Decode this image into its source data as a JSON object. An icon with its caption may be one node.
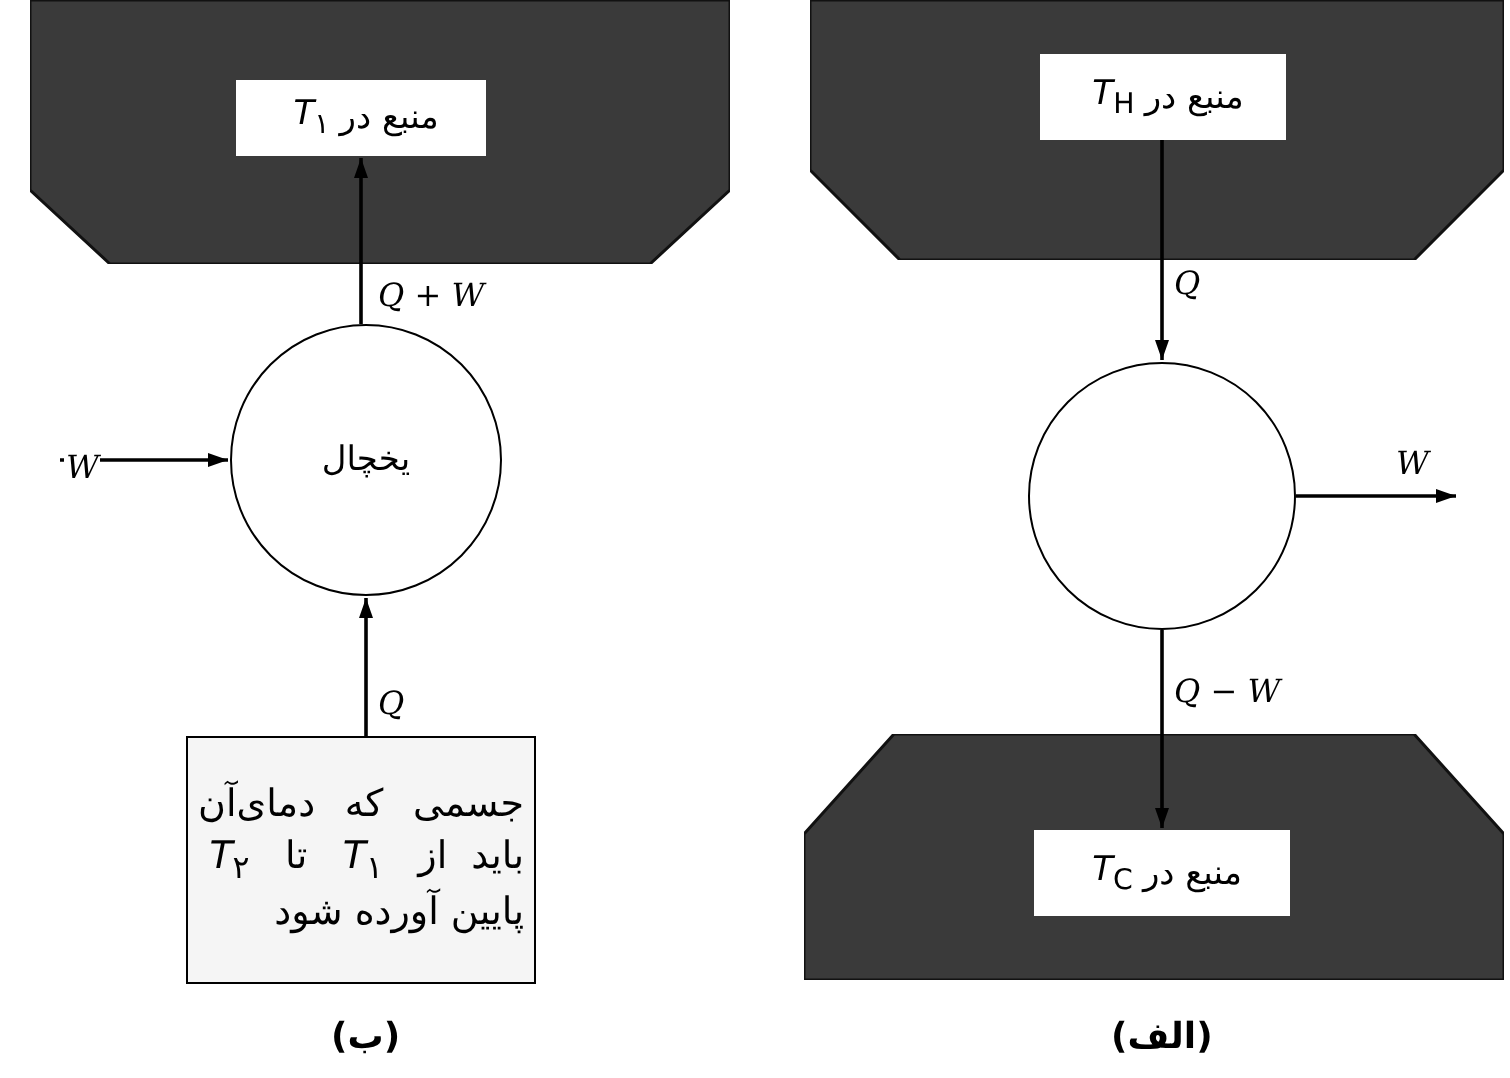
{
  "diagram": {
    "nodes": [
      {
        "text": [],
        "shape": "box"
      },
      {
        "text": [
          "منبع در *T*$_{۱}$"
        ],
        "in": 0
      },
      {
        "text": [
          "یخچال"
        ]
      },
      {
        "text": [
          "جسمی که دمای‌آن باید از *T*$_{۱}$ تا *T*$_{۲}$ پایین آورده شود"
        ]
      },
      {
        "text": [],
        "shape": "box"
      },
      {
        "text": [
          "منبع در *T*$_{H}$"
        ],
        "in": 4
      },
      {
        "text": [],
        "shape": "circle"
      },
      {
        "text": [],
        "shape": "box"
      },
      {
        "text": [
          "منبع در *T*$_{C}$"
        ],
        "in": 7
      }
    ],
    "edges": [
      {
        "from": null,
        "to": 2,
        "arrow": "to",
        "label": "W"
      },
      {
        "from": 2,
        "to": 1,
        "arrow": "to",
        "label": "Q + W"
      },
      {
        "from": 3,
        "to": 2,
        "arrow": "to",
        "label": "Q"
      },
      {
        "from": 5,
        "to": 6,
        "arrow": "to",
        "label": "Q"
      },
      {
        "from": 6,
        "to": null,
        "arrow": "to",
        "label": "W"
      },
      {
        "from": 6,
        "to": 8,
        "arrow": "to",
        "label": "Q − W"
      }
    ],
    "labels": [
      "(ب)",
      "(الف)"
    ]
  }
}
